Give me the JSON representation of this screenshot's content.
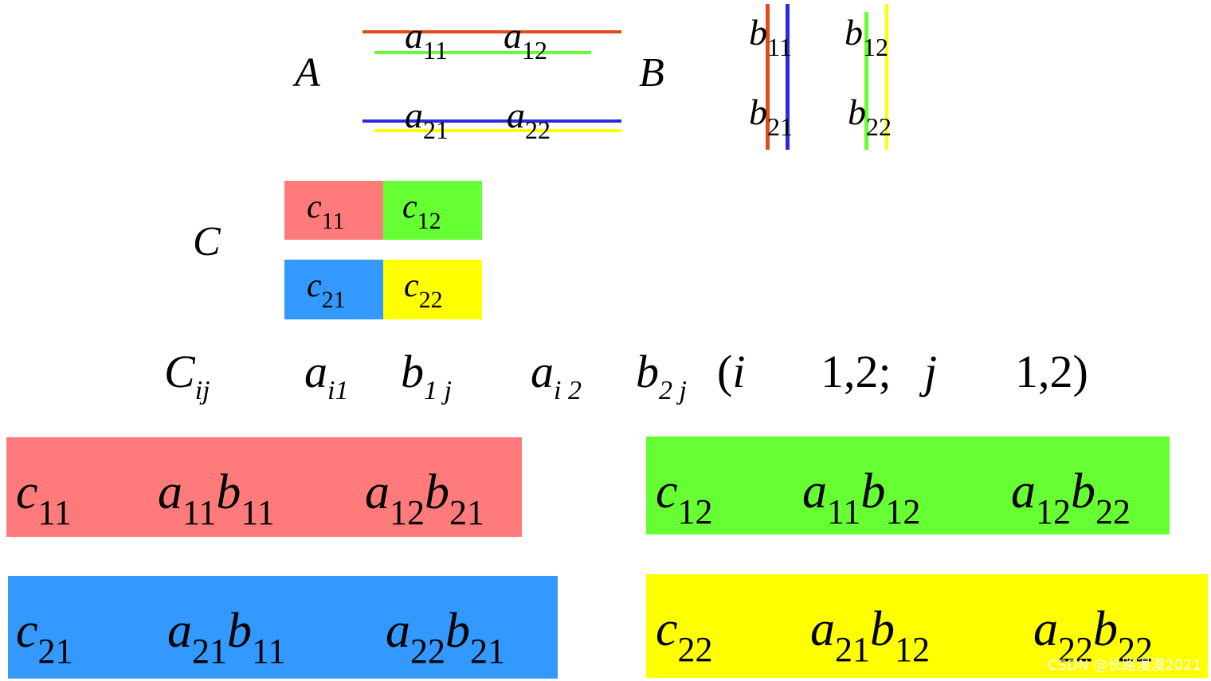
{
  "matrix_a": {
    "label": "A",
    "entries": [
      {
        "base": "a",
        "sub": "11"
      },
      {
        "base": "a",
        "sub": "12"
      },
      {
        "base": "a",
        "sub": "21"
      },
      {
        "base": "a",
        "sub": "22"
      }
    ]
  },
  "matrix_b": {
    "label": "B",
    "entries": [
      {
        "base": "b",
        "sub": "11"
      },
      {
        "base": "b",
        "sub": "12"
      },
      {
        "base": "b",
        "sub": "21"
      },
      {
        "base": "b",
        "sub": "22"
      }
    ]
  },
  "matrix_c": {
    "label": "C",
    "entries": [
      {
        "base": "c",
        "sub": "11"
      },
      {
        "base": "c",
        "sub": "12"
      },
      {
        "base": "c",
        "sub": "21"
      },
      {
        "base": "c",
        "sub": "22"
      }
    ]
  },
  "formula": {
    "lhs_base": "C",
    "lhs_sub": "ij",
    "t1_base": "a",
    "t1_sub": "i1",
    "t2_base": "b",
    "t2_sub": "1 j",
    "t3_base": "a",
    "t3_sub": "i 2",
    "t4_base": "b",
    "t4_sub": "2 j",
    "cond_open": "(",
    "cond_i": "i",
    "cond_vals1": "1,2;",
    "cond_j": "j",
    "cond_vals2": "1,2)"
  },
  "expansions": [
    {
      "lhs": {
        "base": "c",
        "sub": "11"
      },
      "terms": [
        {
          "a": "11",
          "b": "11"
        },
        {
          "a": "12",
          "b": "21"
        }
      ]
    },
    {
      "lhs": {
        "base": "c",
        "sub": "12"
      },
      "terms": [
        {
          "a": "11",
          "b": "12"
        },
        {
          "a": "12",
          "b": "22"
        }
      ]
    },
    {
      "lhs": {
        "base": "c",
        "sub": "21"
      },
      "terms": [
        {
          "a": "21",
          "b": "11"
        },
        {
          "a": "22",
          "b": "21"
        }
      ]
    },
    {
      "lhs": {
        "base": "c",
        "sub": "22"
      },
      "terms": [
        {
          "a": "21",
          "b": "12"
        },
        {
          "a": "22",
          "b": "22"
        }
      ]
    }
  ],
  "colors": {
    "red_line": "#e04a1c",
    "green": "#66ff33",
    "blue_line": "#2b2bd9",
    "yellow": "#ffff00",
    "pink_fill": "#ff7b7b",
    "blue_fill": "#3399ff"
  },
  "watermark": "CSDN @长路漫漫2021"
}
